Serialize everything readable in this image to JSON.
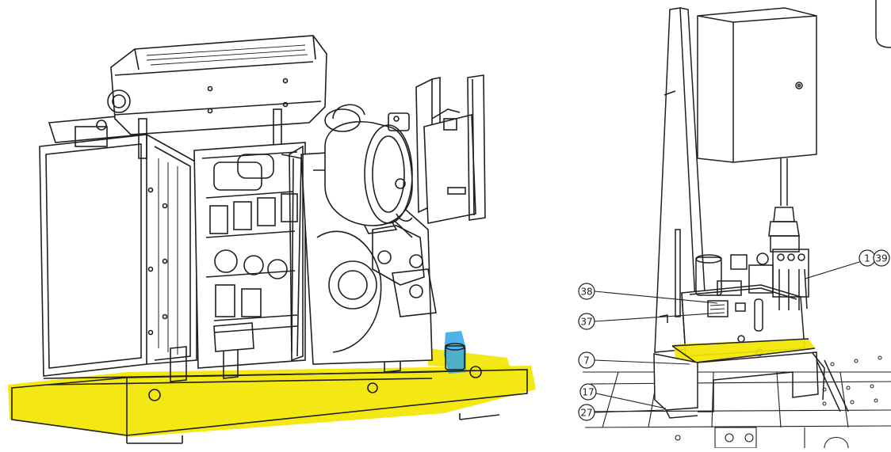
{
  "colors": {
    "line": "#1f1f1f",
    "highlight_yellow": "#f2e600",
    "highlight_blue": "#2fa6e6",
    "background": "#ffffff"
  },
  "callouts": {
    "c1": "1",
    "c39": "39",
    "c38": "38",
    "c37": "37",
    "c7": "7",
    "c17": "17",
    "c27": "27"
  }
}
